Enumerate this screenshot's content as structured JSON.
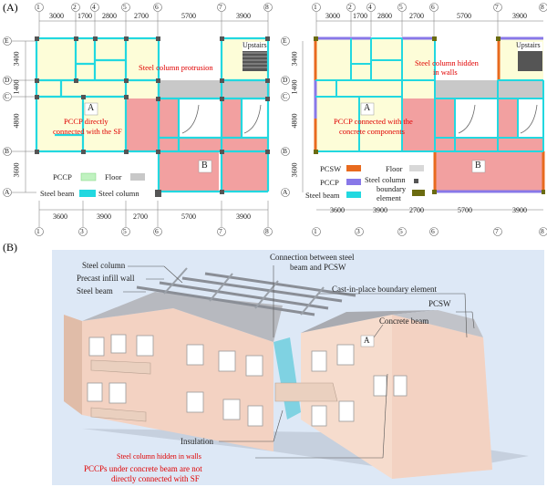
{
  "panel_a": {
    "tag": "(A)",
    "left": {
      "top_dims": [
        "3000",
        "1700",
        "2800",
        "2700",
        "5700",
        "3900"
      ],
      "bottom_dims": [
        "3600",
        "3900",
        "2700",
        "5700",
        "3900"
      ],
      "grid_top": [
        "1",
        "2",
        "4",
        "5",
        "6",
        "7",
        "8"
      ],
      "grid_bottom": [
        "1",
        "3",
        "5",
        "6",
        "7",
        "8"
      ],
      "rows": [
        "E",
        "D",
        "C",
        "B",
        "A"
      ],
      "left_dims": [
        "3400",
        "1400",
        "4800",
        "3600"
      ],
      "upstairs": "Upstairs",
      "room_a": "A",
      "room_b": "B",
      "note_protrusion": "Steel column protrusion",
      "note_pccp_1": "PCCP directly",
      "note_pccp_2": "connected with the SF",
      "legend": {
        "pccp": "PCCP",
        "floor": "Floor",
        "beam": "Steel beam",
        "column": "Steel column"
      }
    },
    "right": {
      "top_dims": [
        "3000",
        "1700",
        "2800",
        "2700",
        "5700",
        "3900"
      ],
      "bottom_dims": [
        "3600",
        "3900",
        "2700",
        "5700",
        "3900"
      ],
      "grid_top": [
        "1",
        "2",
        "4",
        "5",
        "6",
        "7",
        "8"
      ],
      "grid_bottom": [
        "1",
        "3",
        "5",
        "6",
        "7",
        "8"
      ],
      "rows": [
        "E",
        "D",
        "C",
        "B",
        "A"
      ],
      "left_dims": [
        "3400",
        "1400",
        "4800",
        "3600"
      ],
      "upstairs": "Upstairs",
      "room_a": "A",
      "room_b": "B",
      "note_hidden_1": "Steel column hidden",
      "note_hidden_2": "in walls",
      "note_pccp_1": "PCCP connected with the",
      "note_pccp_2": "concrete components",
      "legend": {
        "pcsw": "PCSW",
        "floor": "Floor",
        "pccp": "PCCP",
        "column_1": "Steel column",
        "column_2": "boundary",
        "column_3": "element",
        "beam": "Steel beam"
      }
    }
  },
  "panel_b": {
    "tag": "(B)",
    "labels": {
      "steel_column": "Steel column",
      "precast_wall": "Precast infill wall",
      "steel_beam": "Steel beam",
      "connection_1": "Connection between steel",
      "connection_2": "beam and PCSW",
      "cast_in_place": "Cast-in-place boundary element",
      "pcsw": "PCSW",
      "concrete_beam": "Concrete beam",
      "insulation": "Insulation",
      "hidden": "Steel column hidden in walls",
      "pccp_under_1": "PCCPs under concrete beam are not",
      "pccp_under_2": "directly connected with SF",
      "room_a": "A"
    }
  },
  "colors": {
    "pccp_fill": "#fdfdd8",
    "beam": "#22d8e0",
    "column": "#555555",
    "room_b": "#f2a0a0",
    "floor_grey": "#c8c8c8",
    "pcsw": "#e86a1e",
    "pccp_blue": "#8878e8",
    "boundary": "#6b6b10",
    "note_red": "#e00000",
    "sky": "#dde8f6"
  }
}
